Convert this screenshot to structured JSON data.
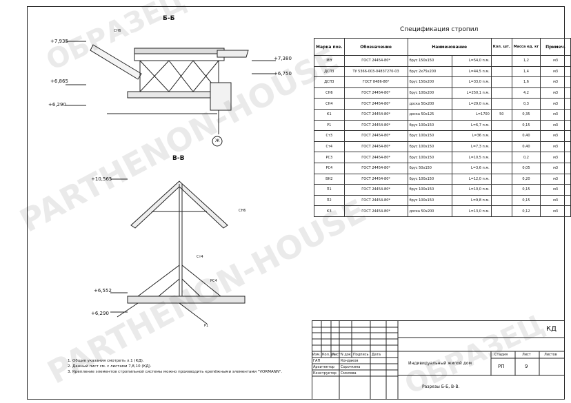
{
  "sections": {
    "b": {
      "title": "Б-Б",
      "marks": [
        "+7,935",
        "+6,865",
        "+6,290",
        "+7,380",
        "+6,750"
      ],
      "labels": [
        "СН6",
        "Ж"
      ]
    },
    "v": {
      "title": "В-В",
      "marks": [
        "+10,565",
        "+6,552",
        "+6,290"
      ],
      "labels": [
        "СН6",
        "Ст4",
        "РС4",
        "Р1"
      ]
    }
  },
  "spec": {
    "title": "Спецификация стропил",
    "headers": [
      "Марка поз.",
      "Обозначение",
      "Наименование",
      "Кол. шт.",
      "Масса ед. кг",
      "Примеч."
    ],
    "rows": [
      [
        "МЭ",
        "ГОСТ 24454-80*",
        "брус 150х150",
        "L=54,0 п.м.",
        "",
        "1,2",
        "м3"
      ],
      [
        "ДСП3",
        "ТУ 5366-003-04837270-03",
        "брус 2х75х200",
        "L=44,5 п.м.",
        "",
        "1,4",
        "м3"
      ],
      [
        "ДСП3",
        "ГОСТ 8486-86*",
        "брус 150х200",
        "L=33,0 п.м.",
        "",
        "1,6",
        "м3"
      ],
      [
        "СН6",
        "ГОСТ 24454-80*",
        "брус 100х200",
        "L=250,1 п.м.",
        "",
        "4,2",
        "м3"
      ],
      [
        "СН4",
        "ГОСТ 24454-80*",
        "доска 50х200",
        "L=29,0 п.м.",
        "",
        "0,3",
        "м3"
      ],
      [
        "К1",
        "ГОСТ 24454-80*",
        "доска 50х125",
        "L=1700",
        "50",
        "0,35",
        "м3"
      ],
      [
        "Р1",
        "ГОСТ 24454-80*",
        "брус 100х150",
        "L=6,7 п.м.",
        "",
        "0,15",
        "м3"
      ],
      [
        "Ст3",
        "ГОСТ 24454-80*",
        "брус 100х150",
        "L=36 п.м.",
        "",
        "0,40",
        "м3"
      ],
      [
        "Ст4",
        "ГОСТ 24454-80*",
        "брус 100х150",
        "L=7,3 п.м.",
        "",
        "0,40",
        "м3"
      ],
      [
        "РС3",
        "ГОСТ 24454-80*",
        "брус 100х150",
        "L=10,5 п.м.",
        "",
        "0,2",
        "м3"
      ],
      [
        "РС4",
        "ГОСТ 24454-80*",
        "брус 50х150",
        "L=3,6 п.м.",
        "",
        "0,05",
        "м3"
      ],
      [
        "ВН2",
        "ГОСТ 24454-80*",
        "брус 100х150",
        "L=12,0 п.м.",
        "",
        "0,20",
        "м3"
      ],
      [
        "П1",
        "ГОСТ 24454-80*",
        "брус 100х150",
        "L=10,0 п.м.",
        "",
        "0,15",
        "м3"
      ],
      [
        "П2",
        "ГОСТ 24454-80*",
        "брус 100х150",
        "L=9,8 п.м.",
        "",
        "0,15",
        "м3"
      ],
      [
        "К3",
        "ГОСТ 24454-80*",
        "доска 50х200",
        "L=13,0 п.м.",
        "",
        "0,12",
        "м3"
      ]
    ]
  },
  "notes": [
    "1. Общие указания смотреть л.1 (КД).",
    "2. Данный лист см. с листами 7,8,10 (КД).",
    "3. Крепление элементов стропильной системы можно производить крепёжными элементами \"VORMANN\"."
  ],
  "stamp": {
    "code": "КД",
    "project": "Индивидуальный жилой дом",
    "stage_label": "Стадия",
    "sheet_label": "Лист",
    "sheets_label": "Листов",
    "stage": "РП",
    "sheet": "9",
    "drawing": "Разрезы Б-Б, В-В.",
    "cols": [
      "Изм.",
      "Кол. уч.",
      "Лист",
      "N док.",
      "Подпись",
      "Дата"
    ],
    "people": [
      [
        "ГАП",
        "Кондаков"
      ],
      [
        "Архитектор",
        "Сорочкина"
      ],
      [
        "Конструктор",
        "Смолова"
      ]
    ]
  },
  "watermark": {
    "brand": "PARTHENON-HOUSE",
    "brand2": "PARTHENON-HOUSE",
    "stamp": "ОБРАЗЕЦ",
    "stamp2": "ОБРАЗЕЦ"
  }
}
